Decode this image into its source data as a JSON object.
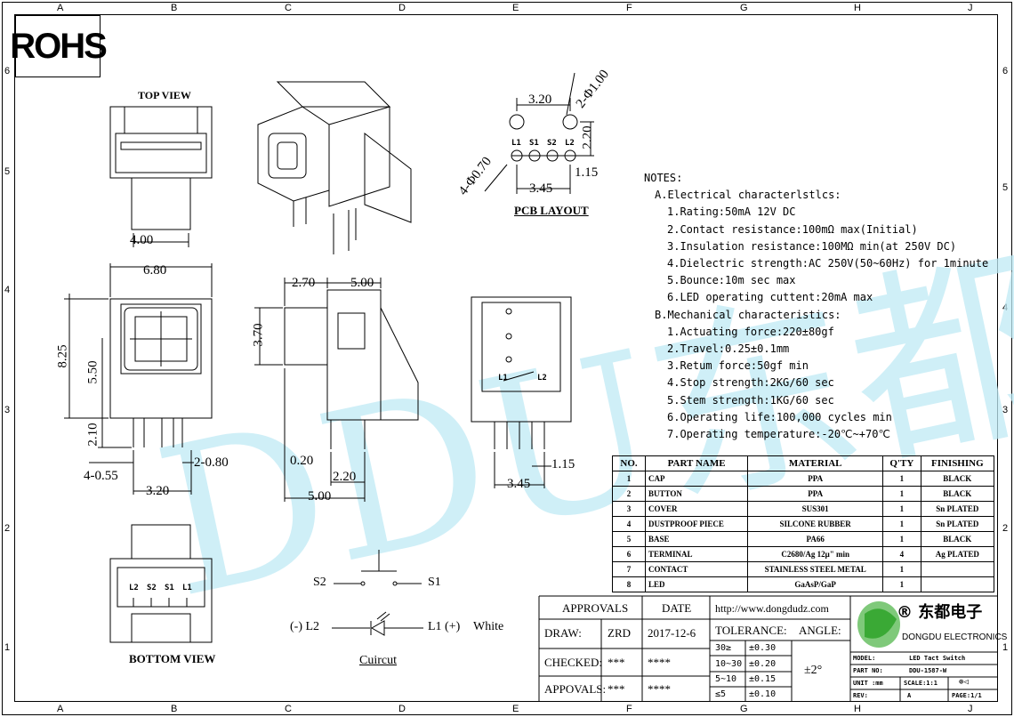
{
  "logo": {
    "text": "ROHS"
  },
  "grid": {
    "columns": [
      "A",
      "B",
      "C",
      "D",
      "E",
      "F",
      "G",
      "H",
      "J"
    ],
    "rows": [
      "6",
      "5",
      "4",
      "3",
      "2",
      "1"
    ]
  },
  "views": {
    "top": "TOP VIEW",
    "bottom": "BOTTOM VIEW",
    "pcb": "PCB LAYOUT",
    "circuit": "Cuircut"
  },
  "dimensions": {
    "d400": "4.00",
    "d680": "6.80",
    "d825": "8.25",
    "d550": "5.50",
    "d210": "2.10",
    "d4_055": "4-0.55",
    "d2_080": "2-0.80",
    "d320b": "3.20",
    "d270": "2.70",
    "d500a": "5.00",
    "d370": "3.70",
    "d020": "0.20",
    "d220b": "2.20",
    "d500b": "5.00",
    "d115b": "1.15",
    "d345b": "3.45",
    "pcb_320": "3.20",
    "pcb_2phi100": "2-Φ1.00",
    "pcb_220": "2.20",
    "pcb_4phi070": "4-Φ0.70",
    "pcb_115": "1.15",
    "pcb_345": "3.45"
  },
  "pcb_pins": [
    "L1",
    "S1",
    "S2",
    "L2"
  ],
  "bottom_pins": [
    "L2",
    "S2",
    "S1",
    "L1"
  ],
  "side_pins": {
    "l1": "L1",
    "l2": "L2"
  },
  "circuit": {
    "s2": "S2",
    "s1": "S1",
    "l2": "(-) L2",
    "l1": "L1 (+)",
    "color": "White"
  },
  "notes": {
    "title": "NOTES:",
    "lines": [
      "A.Electrical characterlstlcs:",
      "1.Rating:50mA 12V DC",
      "2.Contact resistance:100mΩ max(Initial)",
      "3.Insulation resistance:100MΩ min(at 250V DC)",
      "4.Dielectric strength:AC 250V(50~60Hz) for 1minute",
      "5.Bounce:10m sec max",
      "6.LED operating cuttent:20mA max",
      "B.Mechanical characteristics:",
      "1.Actuating force:220±80gf",
      "2.Travel:0.25±0.1mm",
      "3.Retum force:50gf min",
      "4.Stop strength:2KG/60 sec",
      "5.Stem strength:1KG/60 sec",
      "6.Operating life:100,000 cycles min",
      "7.Operating temperature:-20℃~+70℃"
    ]
  },
  "parts_table": {
    "headers": [
      "NO.",
      "PART NAME",
      "MATERIAL",
      "Q'TY",
      "FINISHING"
    ],
    "rows": [
      [
        "1",
        "CAP",
        "PPA",
        "1",
        "BLACK"
      ],
      [
        "2",
        "BUTTON",
        "PPA",
        "1",
        "BLACK"
      ],
      [
        "3",
        "COVER",
        "SUS301",
        "1",
        "Sn PLATED"
      ],
      [
        "4",
        "DUSTPROOF PIECE",
        "SILCONE RUBBER",
        "1",
        "Sn PLATED"
      ],
      [
        "5",
        "BASE",
        "PA66",
        "1",
        "BLACK"
      ],
      [
        "6",
        "TERMINAL",
        "C2680/Ag 12μ\" min",
        "4",
        "Ag PLATED"
      ],
      [
        "7",
        "CONTACT",
        "STAINLESS STEEL METAL",
        "1",
        ""
      ],
      [
        "8",
        "LED",
        "GaAsP/GaP",
        "1",
        ""
      ]
    ]
  },
  "title_block": {
    "approvals": "APPROVALS",
    "date": "DATE",
    "draw": "DRAW:",
    "draw_name": "ZRD",
    "draw_date": "2017-12-6",
    "checked": "CHECKED:",
    "checked_name": "***",
    "checked_date": "****",
    "appovals": "APPOVALS:",
    "appovals_name": "***",
    "appovals_date": "****",
    "website": "http://www.dongdudz.com",
    "tolerance": "TOLERANCE:",
    "angle": "ANGLE:",
    "angle_value": "±2°",
    "tol_rows": [
      [
        "30≥",
        "±0.30"
      ],
      [
        "10~30",
        "±0.20"
      ],
      [
        "5~10",
        "±0.15"
      ],
      [
        "≤5",
        "±0.10"
      ]
    ],
    "company_cn": "® 东都电子",
    "company_en": "DONGDU ELECTRONICS",
    "model_label": "MODEL:",
    "model_value": "LED Tact Switch",
    "partno_label": "PART NO:",
    "partno_value": "DDU-1587-W",
    "unit_label": "UNIT :mm",
    "scale_label": "SCALE:1:1",
    "rev_label": "REV:",
    "rev_value": "A",
    "page_label": "PAGE:1/1"
  },
  "watermark": "DDU东都",
  "colors": {
    "watermark": "#bfeaf5",
    "logo_green": "#3aa935"
  }
}
